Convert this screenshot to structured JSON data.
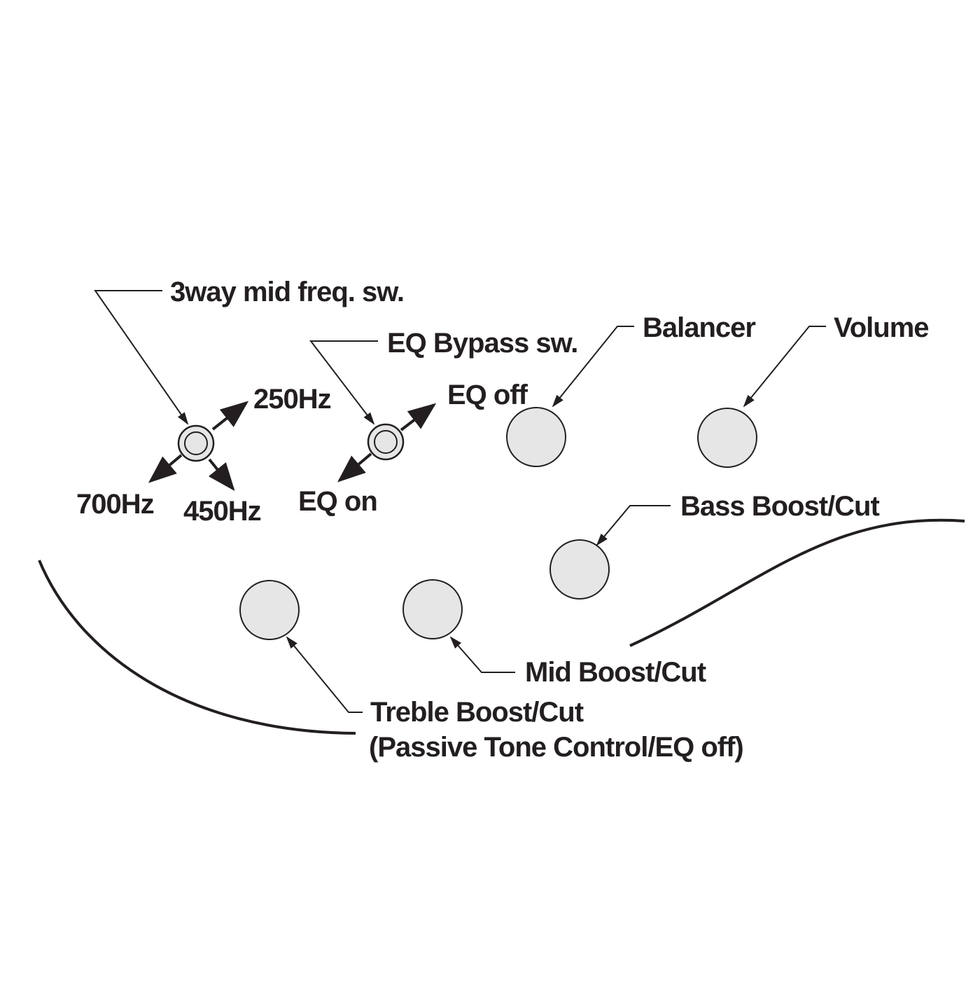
{
  "colors": {
    "ink": "#231f20",
    "knob_fill": "#e6e6e6",
    "background": "#ffffff"
  },
  "labels": {
    "mid_freq_switch": "3way mid freq. sw.",
    "freq_250": "250Hz",
    "freq_700": "700Hz",
    "freq_450": "450Hz",
    "eq_bypass_switch": "EQ Bypass sw.",
    "eq_off": "EQ off",
    "eq_on": "EQ on",
    "balancer": "Balancer",
    "volume": "Volume",
    "bass": "Bass Boost/Cut",
    "mid": "Mid Boost/Cut",
    "treble_line1": "Treble Boost/Cut",
    "treble_line2": "(Passive Tone Control/EQ off)"
  },
  "icons": {
    "switch": "toggle-switch-icon",
    "knob": "knob-icon"
  }
}
